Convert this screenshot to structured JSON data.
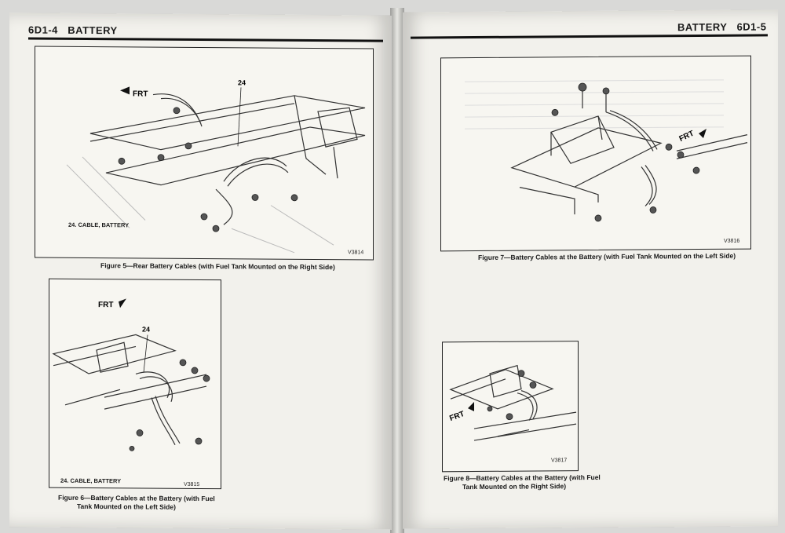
{
  "left_page": {
    "header_code": "6D1-4",
    "header_title": "BATTERY",
    "figure5": {
      "callout": "24",
      "direction_label": "FRT",
      "legend": "24. CABLE, BATTERY",
      "code": "V3814",
      "caption": "Figure 5—Rear Battery Cables (with Fuel Tank Mounted on the Right Side)"
    },
    "figure6": {
      "callout": "24",
      "direction_label": "FRT",
      "legend": "24. CABLE, BATTERY",
      "code": "V3815",
      "caption_line1": "Figure 6—Battery Cables at the Battery (with Fuel",
      "caption_line2": "Tank Mounted on the Left Side)"
    }
  },
  "right_page": {
    "header_title": "BATTERY",
    "header_code": "6D1-5",
    "figure7": {
      "direction_label": "FRT",
      "code": "V3816",
      "caption": "Figure 7—Battery Cables at the Battery (with Fuel Tank Mounted on the Left Side)"
    },
    "figure8": {
      "direction_label": "FRT",
      "code": "V3817",
      "caption_line1": "Figure 8—Battery Cables at the Battery (with Fuel",
      "caption_line2": "Tank Mounted on the Right Side)"
    }
  }
}
